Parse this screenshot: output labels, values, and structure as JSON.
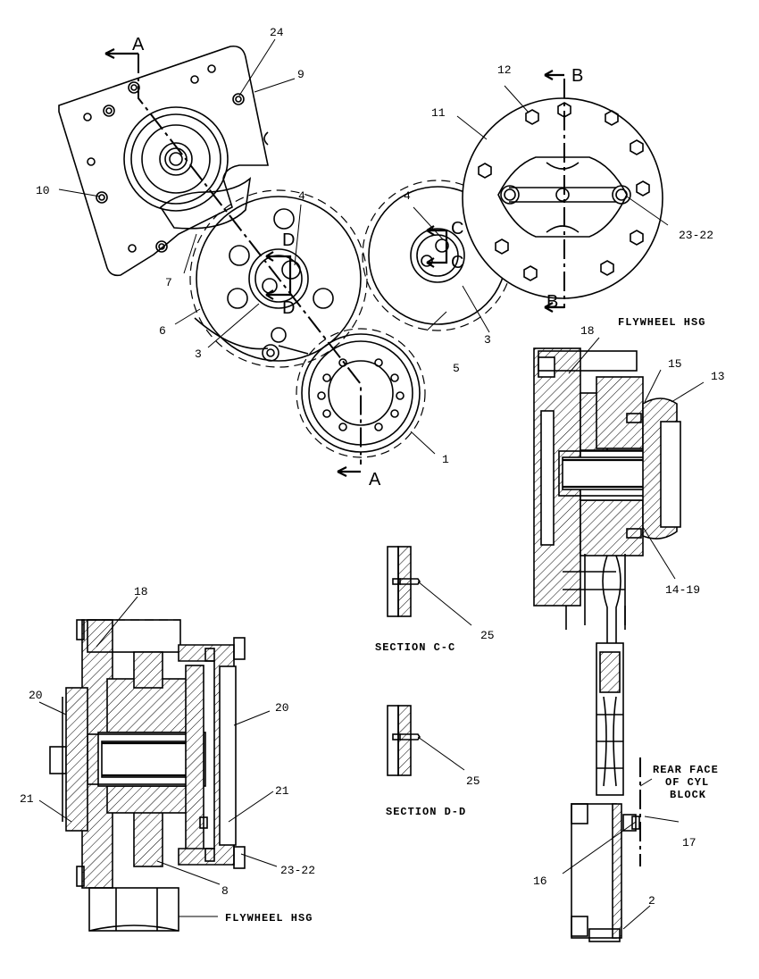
{
  "labels": {
    "n1": "1",
    "n2": "2",
    "n3a": "3",
    "n3b": "3",
    "n4a": "4",
    "n4b": "4",
    "n5": "5",
    "n6": "6",
    "n7": "7",
    "n8": "8",
    "n9": "9",
    "n10": "10",
    "n11": "11",
    "n12": "12",
    "n13": "13",
    "n14_19": "14-19",
    "n15": "15",
    "n16": "16",
    "n17": "17",
    "n18a": "18",
    "n18b": "18",
    "n20a": "20",
    "n20b": "20",
    "n21a": "21",
    "n21b": "21",
    "n22_23a": "23-22",
    "n22_23b": "23-22",
    "n24": "24",
    "n25a": "25",
    "n25b": "25"
  },
  "section_markers": {
    "a_top": "A",
    "a_bottom": "A",
    "b_top": "B",
    "b_bottom": "B",
    "c_top": "C",
    "c_bottom": "C",
    "d_top": "D",
    "d_bottom": "D"
  },
  "captions": {
    "section_cc": "SECTION C-C",
    "section_dd": "SECTION D-D",
    "flywheel_hsg_top": "FLYWHEEL HSG",
    "flywheel_hsg_bottom": "FLYWHEEL HSG",
    "rear_face_line1": "REAR FACE",
    "rear_face_line2": "OF CYL",
    "rear_face_line3": "BLOCK"
  }
}
